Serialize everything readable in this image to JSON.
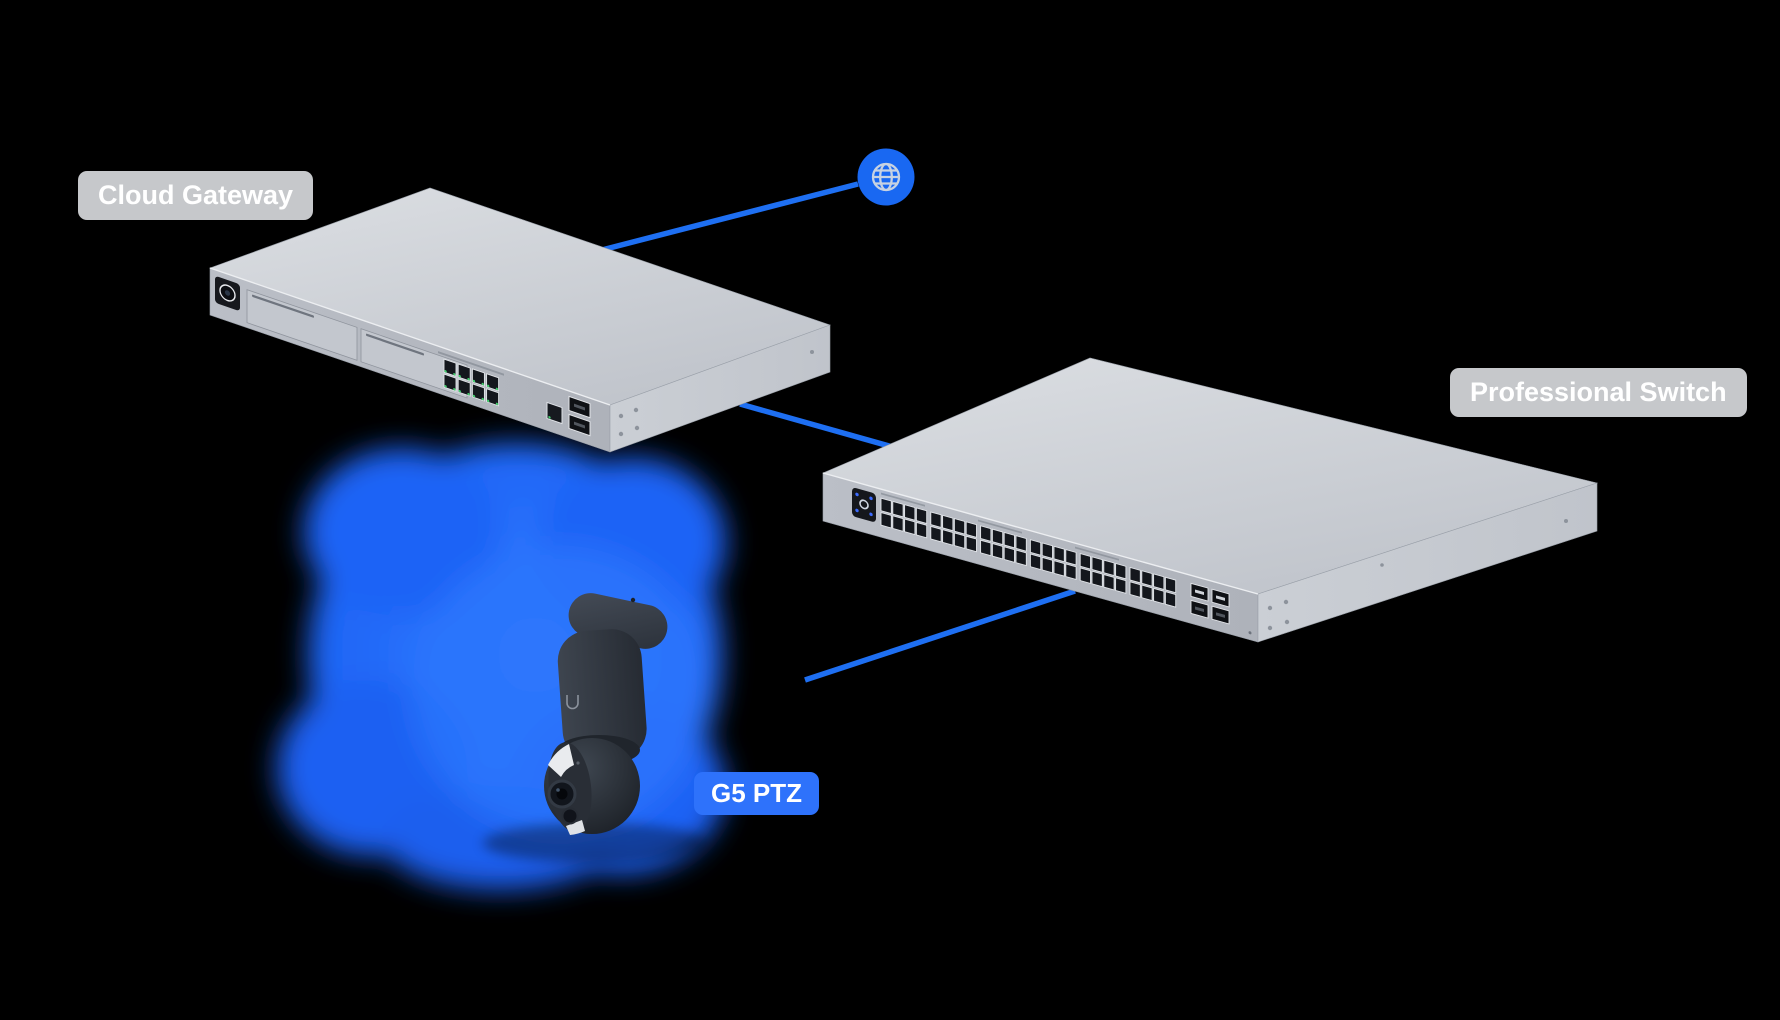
{
  "page": {
    "background": "#000000"
  },
  "diagram": {
    "labels": {
      "cloud_gateway": "Cloud Gateway",
      "professional_switch": "Professional Switch",
      "camera": "G5 PTZ"
    },
    "colors": {
      "connection_blue": "#1e6ff2",
      "glow_blue": "#2069f8",
      "device_label_bg": "#c6c8cb",
      "camera_label_bg": "#2e72fb",
      "label_text": "#ffffff",
      "internet_icon_bg": "#1968f2",
      "device_body": "#c6cad1"
    },
    "nodes": [
      {
        "id": "internet",
        "kind": "internet",
        "icon": "globe-icon"
      },
      {
        "id": "cloud_gateway",
        "kind": "gateway",
        "label": "Cloud Gateway"
      },
      {
        "id": "professional_switch",
        "kind": "switch",
        "label": "Professional Switch",
        "rj45_ports_visible": 48,
        "sfp_ports_visible": 4
      },
      {
        "id": "g5_ptz",
        "kind": "camera",
        "label": "G5 PTZ"
      }
    ],
    "connections": [
      {
        "from": "internet",
        "to": "cloud_gateway"
      },
      {
        "from": "cloud_gateway",
        "to": "professional_switch"
      },
      {
        "from": "professional_switch",
        "to": "g5_ptz"
      }
    ]
  }
}
